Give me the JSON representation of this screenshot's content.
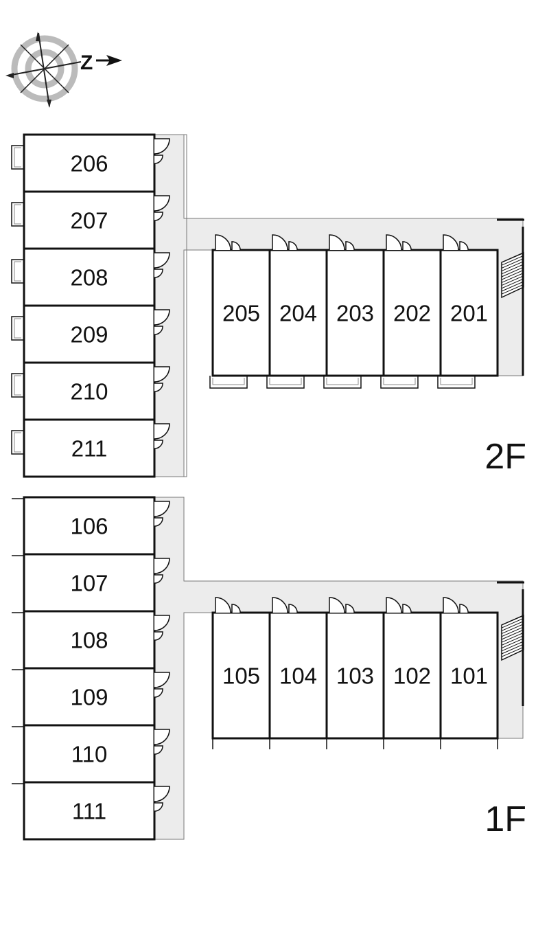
{
  "compass": {
    "icon": "compass-rose-icon",
    "north_letter": "Z"
  },
  "colors": {
    "line": "#111111",
    "corridor": "#ececec",
    "background": "#ffffff"
  },
  "floors": [
    {
      "id": "2F",
      "label": "2F",
      "west_rooms": [
        "206",
        "207",
        "208",
        "209",
        "210",
        "211"
      ],
      "east_rooms": [
        "205",
        "204",
        "203",
        "202",
        "201"
      ]
    },
    {
      "id": "1F",
      "label": "1F",
      "west_rooms": [
        "106",
        "107",
        "108",
        "109",
        "110",
        "111"
      ],
      "east_rooms": [
        "105",
        "104",
        "103",
        "102",
        "101"
      ]
    }
  ]
}
